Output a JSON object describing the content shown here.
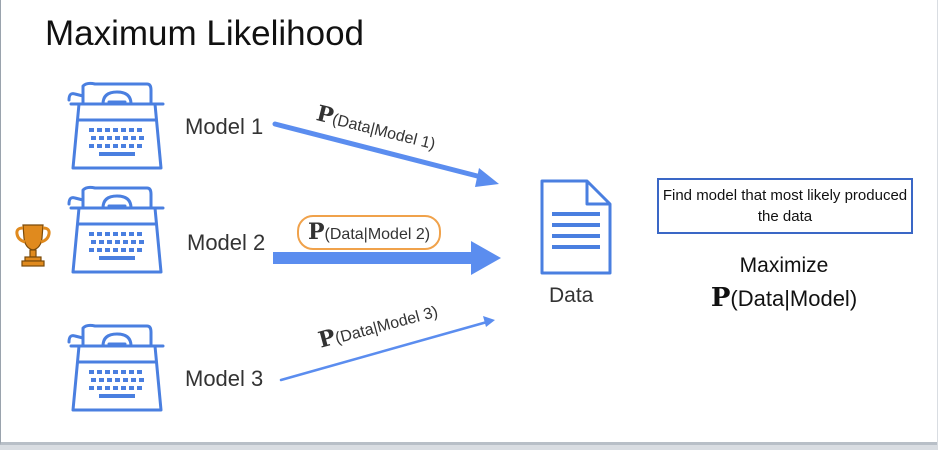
{
  "title": "Maximum Likelihood",
  "models": [
    {
      "label": "Model 1"
    },
    {
      "label": "Model 2"
    },
    {
      "label": "Model 3"
    }
  ],
  "probabilities": [
    {
      "p": "P",
      "expr": "(Data|Model 1)"
    },
    {
      "p": "P",
      "expr": "(Data|Model 2)",
      "highlighted": true
    },
    {
      "p": "P",
      "expr": "(Data|Model 3)"
    }
  ],
  "data_label": "Data",
  "callout": "Find model that most likely produced the data",
  "maximize": {
    "label": "Maximize",
    "p": "P",
    "expr": "(Data|Model)"
  },
  "colors": {
    "arrow": "#5b8def",
    "icon": "#4a7fe0",
    "trophy": "#e08a1e",
    "highlight_border": "#f0a24b",
    "callout_border": "#3a67c6"
  },
  "icons": [
    "typewriter-icon",
    "document-icon",
    "trophy-icon"
  ]
}
